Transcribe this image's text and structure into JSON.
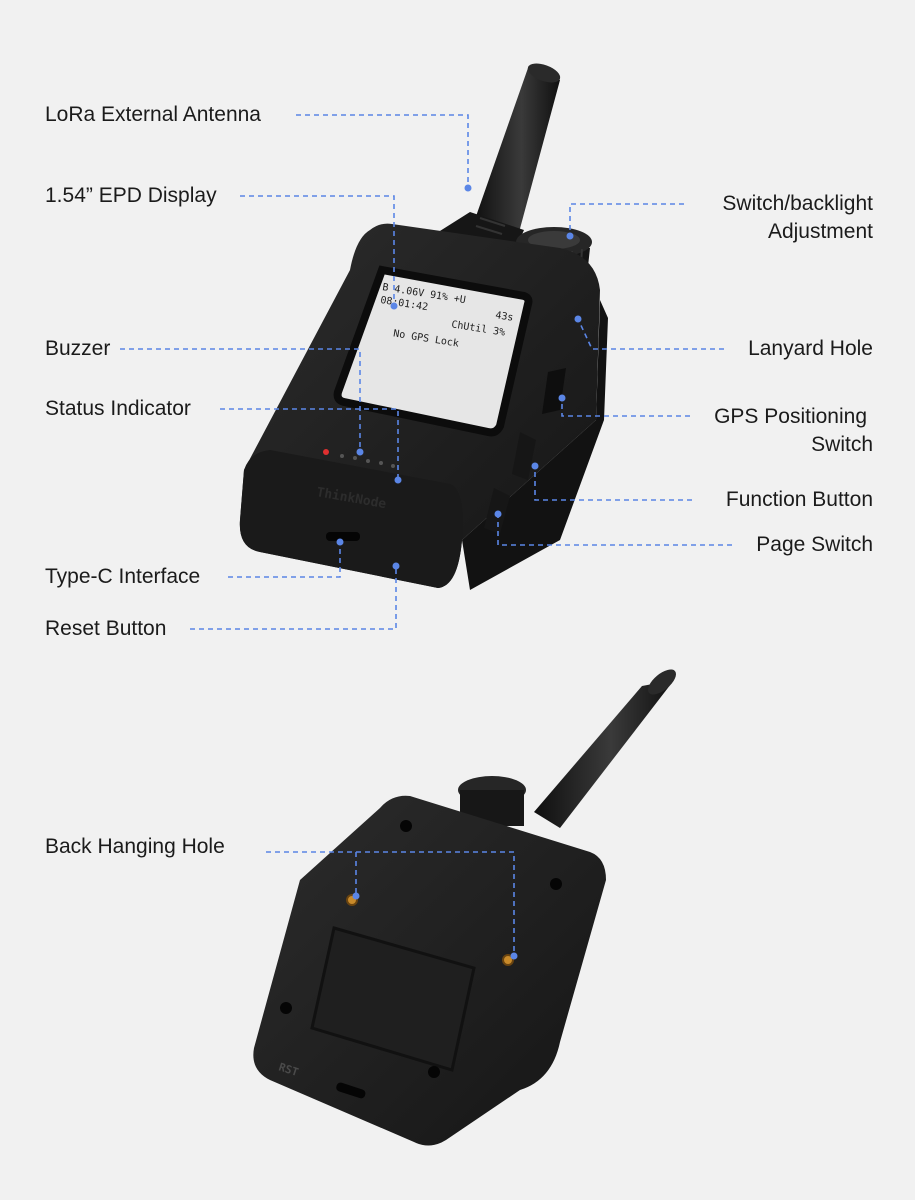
{
  "labels": {
    "lora_antenna": "LoRa External Antenna",
    "epd_display": "1.54” EPD Display",
    "buzzer": "Buzzer",
    "status_indicator": "Status Indicator",
    "type_c": "Type-C Interface",
    "reset_button": "Reset Button",
    "switch_backlight_1": "Switch/backlight",
    "switch_backlight_2": "Adjustment",
    "lanyard_hole": "Lanyard Hole",
    "gps_switch_1": "GPS Positioning",
    "gps_switch_2": "Switch",
    "function_button": "Function Button",
    "page_switch": "Page Switch",
    "back_hanging_hole": "Back Hanging Hole"
  },
  "screen": {
    "line1": "B 4.06V  91% +U",
    "line2": "08:01:42",
    "line3a": "ChUtil  3%",
    "line3b": "43s",
    "line4": "No GPS Lock"
  },
  "device_brand": "ThinkNode",
  "back_marking": "RST",
  "colors": {
    "callout_line": "#5b86e6",
    "background": "#f1f1f1",
    "device_body": "#1d1d1d"
  }
}
